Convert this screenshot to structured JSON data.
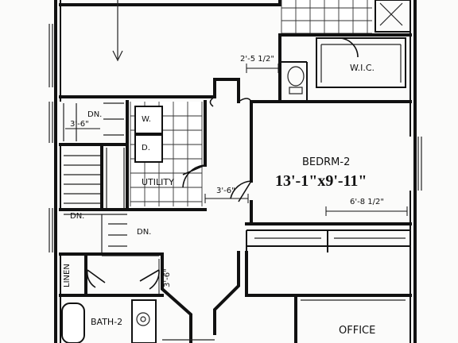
{
  "rooms": {
    "walk_in_closet": "W.I.C.",
    "bedroom_2_name": "BEDRM-2",
    "bedroom_2_size": "13'-1\"x9'-11\"",
    "utility": "UTILITY",
    "bath_2": "BATH-2",
    "office": "OFFICE",
    "linen": "LINEN"
  },
  "appliances": {
    "washer": "W.",
    "dryer": "D."
  },
  "stairs": {
    "down_upper": "DN.",
    "down_lower_left": "DN.",
    "down_lower_right": "DN."
  },
  "dimensions": {
    "closet_door": "2'-5 1/2\"",
    "stair_width": "3'-6\"",
    "hall_width": "3'-6\"",
    "bath_hall": "3'-6\"",
    "bedroom_closet": "6'-8 1/2\""
  }
}
